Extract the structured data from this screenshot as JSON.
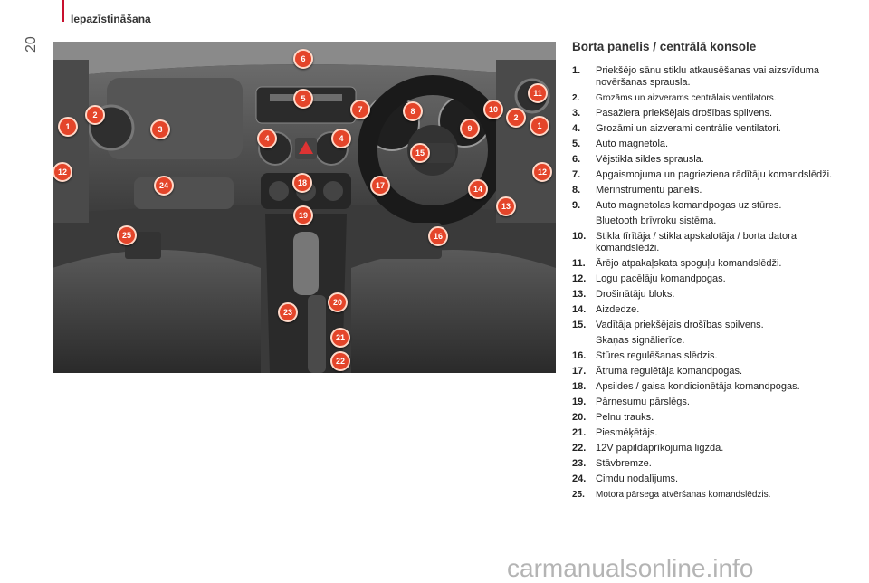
{
  "header": {
    "section_title": "Iepazīstināšana",
    "page_number": "20"
  },
  "colors": {
    "accent": "#c8102e",
    "marker": "#e4452a"
  },
  "photo": {
    "alt": "dashboard-photo",
    "markers": [
      "6",
      "5",
      "7",
      "8",
      "10",
      "11",
      "1",
      "2",
      "3",
      "9",
      "2",
      "1",
      "4",
      "4",
      "15",
      "12",
      "12",
      "24",
      "18",
      "17",
      "14",
      "13",
      "19",
      "16",
      "25",
      "20",
      "23",
      "21",
      "22"
    ]
  },
  "heading": "Borta panelis / centrālā konsole",
  "legend": [
    {
      "num": "1.",
      "text": "Priekšējo sānu stiklu atkausēšanas vai aizsvīduma novēršanas sprausla."
    },
    {
      "num": "2.",
      "text": "Grozāms un aizverams centrālais ventilators."
    },
    {
      "num": "3.",
      "text": "Pasažiera priekšējais drošības spilvens."
    },
    {
      "num": "4.",
      "text": "Grozāmi un aizverami centrālie ventilatori."
    },
    {
      "num": "5.",
      "text": "Auto magnetola."
    },
    {
      "num": "6.",
      "text": "Vējstikla sildes sprausla."
    },
    {
      "num": "7.",
      "text": "Apgaismojuma un pagrieziena rādītāju komandslēdži."
    },
    {
      "num": "8.",
      "text": "Mērinstrumentu panelis."
    },
    {
      "num": "9.",
      "text": "Auto magnetolas komandpogas uz stūres."
    },
    {
      "num": "",
      "text": "Bluetooth brīvroku sistēma."
    },
    {
      "num": "10.",
      "text": "Stikla tīrītāja / stikla apskalotāja / borta datora komandslēdži."
    },
    {
      "num": "11.",
      "text": "Ārējo atpakaļskata spoguļu komandslēdži."
    },
    {
      "num": "12.",
      "text": "Logu pacēlāju komandpogas."
    },
    {
      "num": "13.",
      "text": "Drošinātāju bloks."
    },
    {
      "num": "14.",
      "text": "Aizdedze."
    },
    {
      "num": "15.",
      "text": "Vadītāja priekšējais drošības spilvens."
    },
    {
      "num": "",
      "text": "Skaņas signālierīce."
    },
    {
      "num": "16.",
      "text": "Stūres regulēšanas slēdzis."
    },
    {
      "num": "17.",
      "text": "Ātruma regulētāja komandpogas."
    },
    {
      "num": "18.",
      "text": "Apsildes / gaisa kondicionētāja komandpogas."
    },
    {
      "num": "19.",
      "text": "Pārnesumu pārslēgs."
    },
    {
      "num": "20.",
      "text": "Pelnu trauks."
    },
    {
      "num": "21.",
      "text": "Piesmēķētājs."
    },
    {
      "num": "22.",
      "text": "12V papildaprīkojuma ligzda."
    },
    {
      "num": "23.",
      "text": "Stāvbremze."
    },
    {
      "num": "24.",
      "text": "Cimdu nodalījums."
    },
    {
      "num": "25.",
      "text": "Motora pārsega atvēršanas komandslēdzis."
    }
  ],
  "watermark": "carmanualsonline.info"
}
